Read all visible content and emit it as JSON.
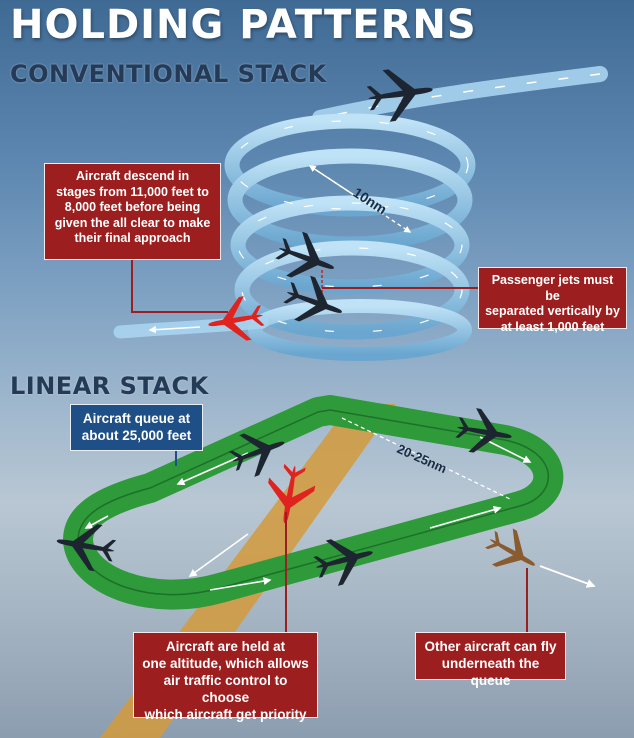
{
  "title": "HOLDING PATTERNS",
  "sections": {
    "conventional": "CONVENTIONAL STACK",
    "linear": "LINEAR STACK"
  },
  "callouts": {
    "descend": [
      "Aircraft descend in",
      "stages from 11,000 feet to",
      "8,000 feet before being",
      "given the all clear to make",
      "their final approach"
    ],
    "separation": [
      "Passenger jets must be",
      "separated vertically by",
      "at least 1,000 feet"
    ],
    "queue": [
      "Aircraft queue at",
      "about 25,000 feet"
    ],
    "held": [
      "Aircraft are held at",
      "one altitude, which allows",
      "air traffic control to choose",
      "which aircraft get priority"
    ],
    "underneath": [
      "Other aircraft can fly",
      "underneath the queue"
    ]
  },
  "labels": {
    "stack_width": "10nm",
    "oval_length": "20-25nm"
  },
  "colors": {
    "red_box": "#9d1e1e",
    "blue_box": "#1e4f86",
    "spiral": "#8ec4e6",
    "track_green": "#2e9a3a",
    "orange_path": "#d39a3b",
    "red_plane": "#e0231f",
    "brown_plane": "#8a5b2e"
  }
}
